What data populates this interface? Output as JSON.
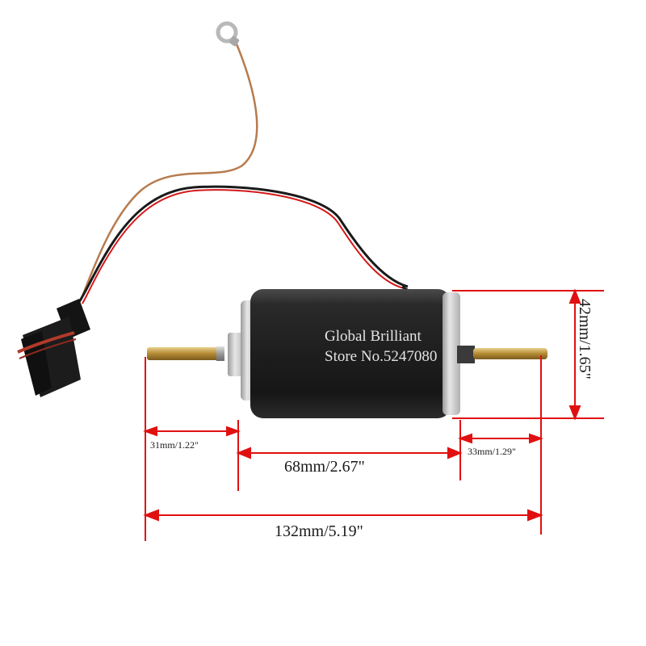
{
  "photo": {
    "subject": "brushed-dc-motor-with-wire-leads-and-connector",
    "colors": {
      "motor_body": "#222222",
      "end_ring": "#d2d2d2",
      "brass_shaft": "#c9a24a",
      "dimension_lines": "#e01010",
      "brown_wire": "#b77b4e",
      "red_wire": "#d41818",
      "black_wire": "#1a1a1a"
    }
  },
  "dimensions": {
    "overall_length": "132mm/5.19\"",
    "body_length": "68mm/2.67\"",
    "left_shaft": "31mm/1.22\"",
    "right_shaft": "33mm/1.29\"",
    "diameter": "42mm/1.65\""
  },
  "watermark": {
    "line1": "Global Brilliant",
    "line2": "Store No.5247080"
  }
}
